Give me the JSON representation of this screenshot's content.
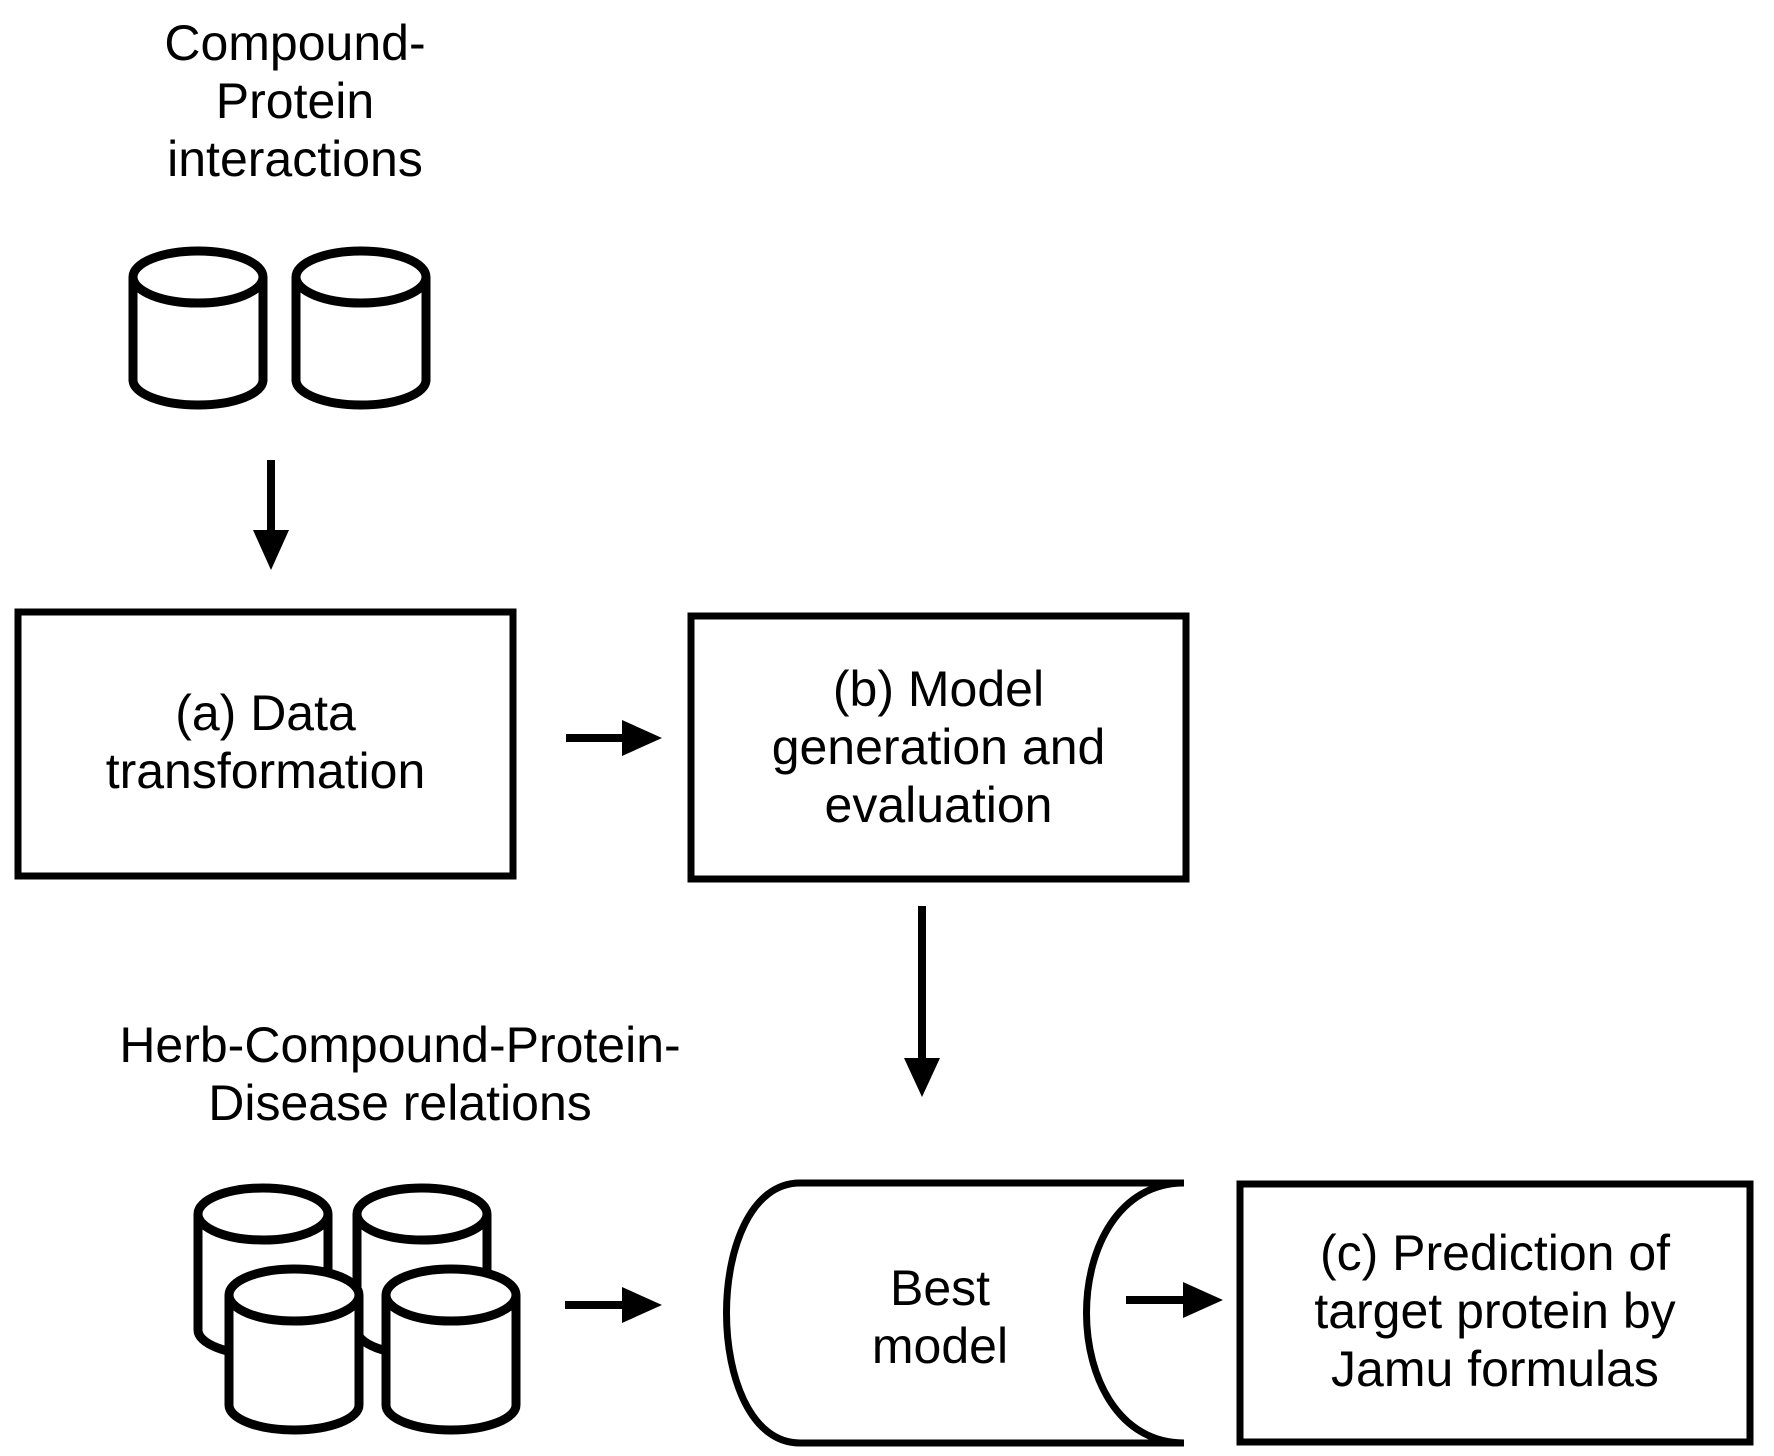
{
  "sources": {
    "compound_protein": {
      "lines": [
        "Compound-",
        "Protein",
        "interactions"
      ]
    },
    "herb_relations": {
      "lines": [
        "Herb-Compound-Protein-",
        "Disease relations"
      ]
    }
  },
  "steps": {
    "a": {
      "lines": [
        "(a) Data",
        "transformation"
      ]
    },
    "b": {
      "lines": [
        "(b) Model",
        "generation and",
        "evaluation"
      ]
    },
    "c": {
      "lines": [
        "(c) Prediction of",
        "target protein by",
        "Jamu formulas"
      ]
    }
  },
  "best_model": {
    "lines": [
      "Best",
      "model"
    ]
  },
  "colors": {
    "stroke": "#000000",
    "fill": "#ffffff",
    "background": "#ffffff"
  },
  "icons": {
    "database": "database-icon",
    "arrow": "arrow-icon"
  }
}
